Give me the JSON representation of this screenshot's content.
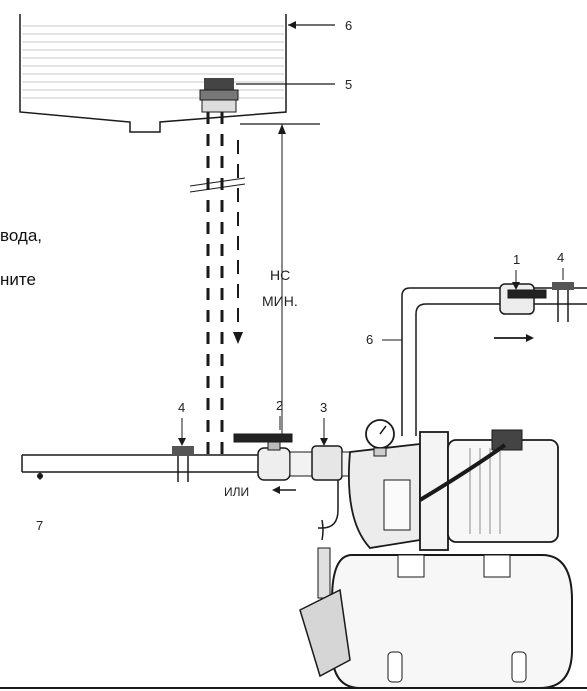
{
  "side_text": {
    "line1": "вода,",
    "line2": "ните"
  },
  "labels": {
    "tank": "6",
    "foot_valve": "5",
    "delivery_pipe": "6",
    "outlet_valve": "1",
    "outlet_fitting": "4",
    "suction_height": "НС",
    "suction_height_min": "МИН.",
    "suction_fitting": "4",
    "suction_valve": "2",
    "check_valve": "3",
    "drain": "7",
    "or_text": "ИЛИ"
  },
  "colors": {
    "ink": "#1a1a1a",
    "grey": "#8c8c8c",
    "light": "#d6d6d6"
  }
}
